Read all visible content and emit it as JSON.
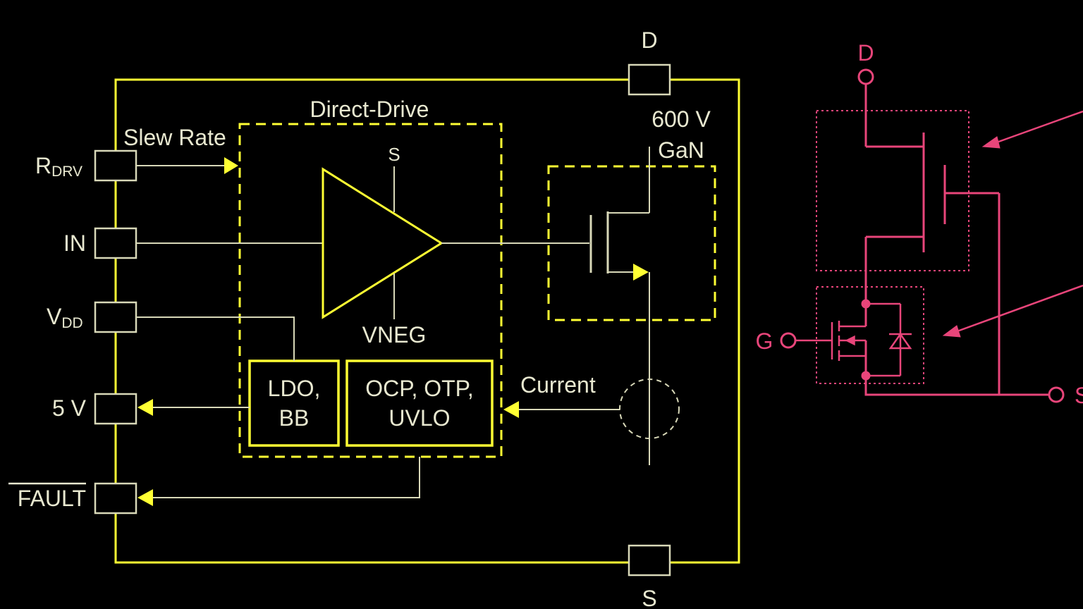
{
  "left_diagram": {
    "title": "Direct-Drive",
    "pins": {
      "rdrv_main": "R",
      "rdrv_sub": "DRV",
      "in": "IN",
      "vdd_main": "V",
      "vdd_sub": "DD",
      "five_v": "5 V",
      "fault": "FAULT",
      "drain": "D",
      "source": "S"
    },
    "labels": {
      "slew_rate": "Slew Rate",
      "amp_top": "S",
      "amp_bottom": "VNEG",
      "gan_voltage": "600 V",
      "gan_type": "GaN",
      "ldo_line1": "LDO,",
      "ldo_line2": "BB",
      "prot_line1": "OCP, OTP,",
      "prot_line2": "UVLO",
      "current": "Current"
    }
  },
  "right_diagram": {
    "labels": {
      "drain": "D",
      "gate": "G",
      "source": "S"
    }
  },
  "colors": {
    "background": "#000000",
    "outline_yellow": "#ffff33",
    "signal_line": "#d8d8b8",
    "text_light": "#e8e8d0",
    "cascode_pink": "#e8457a"
  }
}
